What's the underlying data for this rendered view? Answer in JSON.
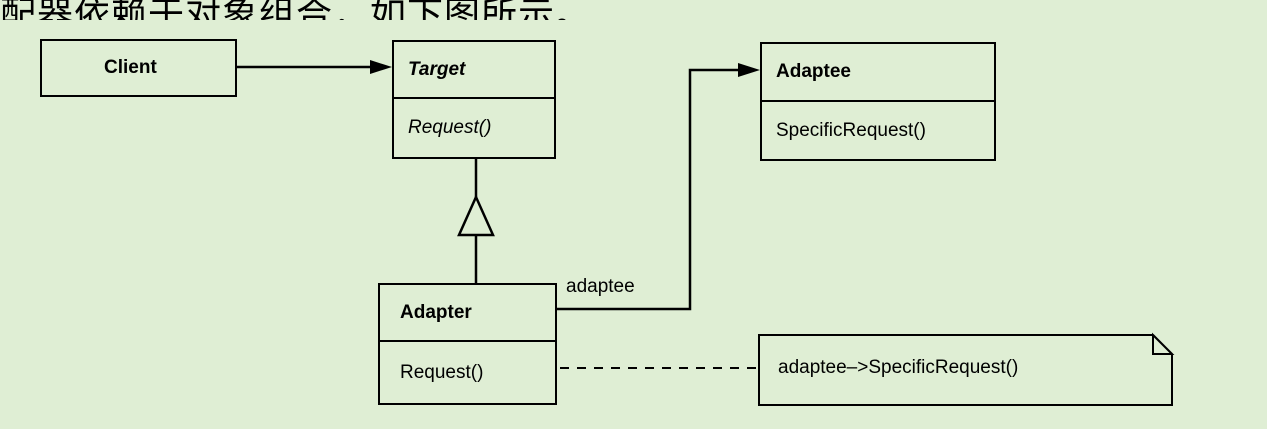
{
  "header_text": "配器依赖于对象组合，如下图所示。",
  "classes": {
    "client": {
      "name": "Client"
    },
    "target": {
      "name": "Target",
      "method": "Request()"
    },
    "adaptee": {
      "name": "Adaptee",
      "method": "SpecificRequest()"
    },
    "adapter": {
      "name": "Adapter",
      "method": "Request()"
    }
  },
  "association_label": "adaptee",
  "note": {
    "text": "adaptee–>SpecificRequest()"
  }
}
